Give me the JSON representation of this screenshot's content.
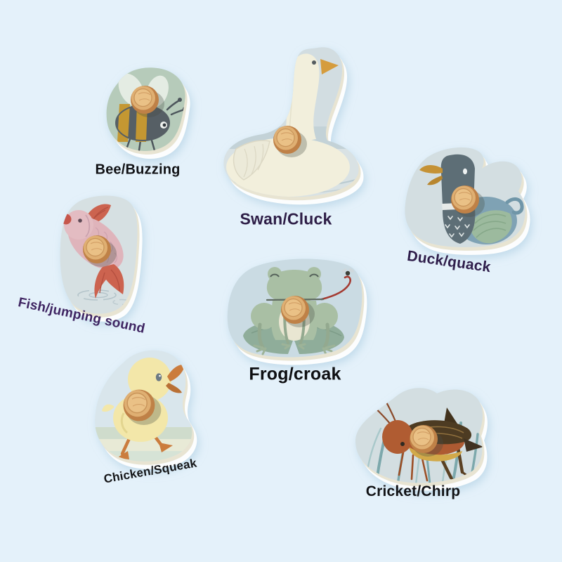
{
  "product": {
    "description_visible": "Seven wooden peg puzzle pieces with animals on a light blue background",
    "piece_count": 7
  },
  "palette": {
    "page_background": "#e4f1fa",
    "piece_shadow_white": "#ffffff",
    "piece_shadow_blue": "#9dc3da",
    "wood_knob": "#dfaf72",
    "bee_piece_bg": "#b6cbba",
    "water_piece_bg": "#d3dee1",
    "label_black": "#101114",
    "label_purple": "#2f1e4b"
  },
  "pieces": [
    {
      "id": "bee",
      "animal": "Bee",
      "sound": "Buzzing",
      "label": "Bee/Buzzing"
    },
    {
      "id": "swan",
      "animal": "Swan",
      "sound": "Cluck",
      "label": "Swan/Cluck"
    },
    {
      "id": "duck",
      "animal": "Duck",
      "sound": "quack",
      "label": "Duck/quack"
    },
    {
      "id": "fish",
      "animal": "Fish",
      "sound": "jumping sound",
      "label": "Fish/jumping sound"
    },
    {
      "id": "frog",
      "animal": "Frog",
      "sound": "croak",
      "label": "Frog/croak"
    },
    {
      "id": "chicken",
      "animal": "Chicken",
      "sound": "Squeak",
      "label": "Chicken/Squeak"
    },
    {
      "id": "cricket",
      "animal": "Cricket",
      "sound": "Chirp",
      "label": "Cricket/Chirp"
    }
  ]
}
